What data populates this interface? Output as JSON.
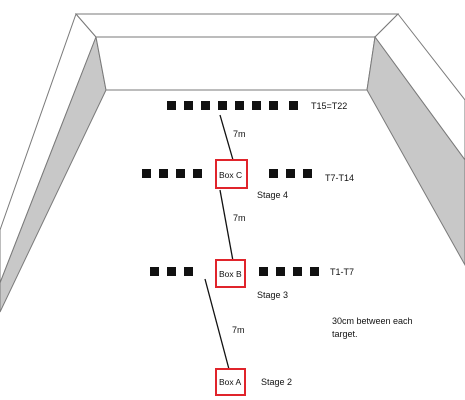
{
  "colors": {
    "wall_top": "#ffffff",
    "wall_side": "#c8c8c8",
    "wall_outline": "#7a7a7a",
    "target": "#111111",
    "box_border": "#e0242b",
    "path_line": "#111111"
  },
  "boxes": {
    "a": "Box A",
    "b": "Box B",
    "c": "Box C"
  },
  "stages": {
    "stage2": "Stage 2",
    "stage3": "Stage 3",
    "stage4": "Stage 4"
  },
  "distances": {
    "c_to_top": "7m",
    "b_to_c": "7m",
    "a_to_b": "7m"
  },
  "target_groups": {
    "top": "T15=T22",
    "middle": "T7-T14",
    "bottom": "T1-T7"
  },
  "note": {
    "line1": "30cm between each",
    "line2": "target."
  }
}
